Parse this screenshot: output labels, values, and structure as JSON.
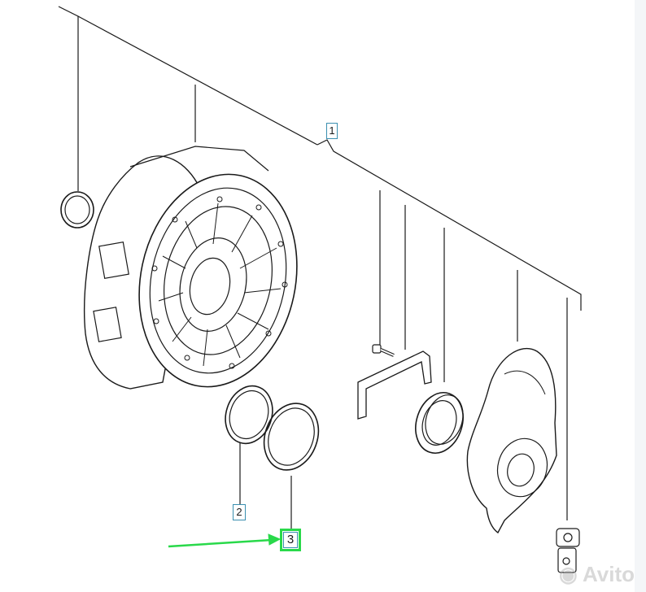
{
  "diagram": {
    "callouts": [
      {
        "id": "1",
        "label": "1"
      },
      {
        "id": "2",
        "label": "2"
      },
      {
        "id": "3",
        "label": "3"
      }
    ],
    "highlight_color": "#29d94a",
    "line_color": "#1a1a1a",
    "callout_border_color": "#3a8fb0"
  },
  "watermark": {
    "text": "Avito"
  }
}
